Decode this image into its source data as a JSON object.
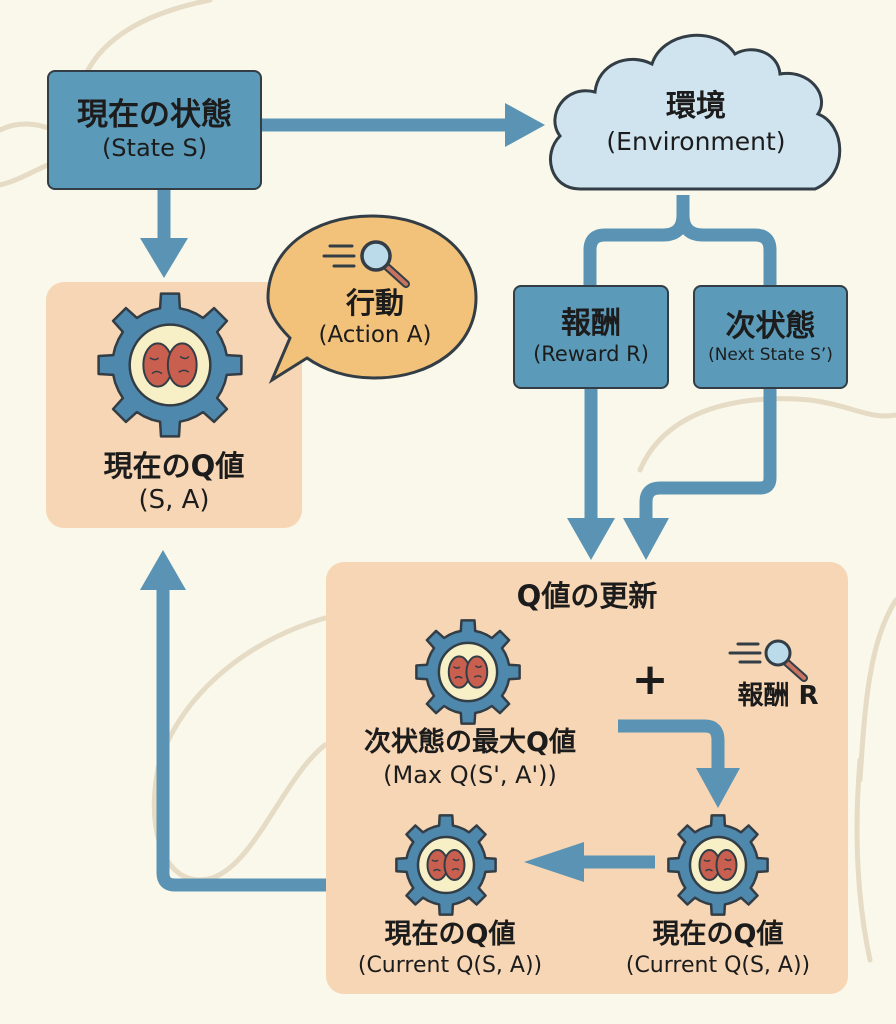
{
  "colors": {
    "background": "#f9f8ea",
    "state_box": "#5b9ab9",
    "box_border": "#333d45",
    "arrow": "#5a93b3",
    "panel": "#f6d6b5",
    "cloud_fill": "#cfe4ef",
    "speech_bubble": "#f2c27a",
    "gear": "#4f88ad",
    "brain": "#c9604f",
    "gear_inner": "#f7efc6",
    "background_curve": "#e5d9c2"
  },
  "nodes": {
    "current_state": {
      "title": "現在の状態",
      "subtitle": "(State S)"
    },
    "environment": {
      "title": "環境",
      "subtitle": "(Environment)"
    },
    "action": {
      "title": "行動",
      "subtitle": "(Action A)",
      "icon": "magnifier-icon"
    },
    "current_q": {
      "title": "現在のQ値",
      "subtitle": "(S, A)",
      "icon": "gear-brain-icon"
    },
    "reward": {
      "title": "報酬",
      "subtitle": "(Reward R)"
    },
    "next_state": {
      "title": "次状態",
      "subtitle": "(Next State S’)"
    }
  },
  "update_panel": {
    "title": "Q値の更新",
    "plus": "+",
    "max_q": {
      "title": "次状態の最大Q値",
      "subtitle": "(Max Q(S', A'))"
    },
    "reward": {
      "label": "報酬 R"
    },
    "current_q_right": {
      "title": "現在のQ値",
      "subtitle": "(Current Q(S, A))"
    },
    "current_q_left": {
      "title": "現在のQ値",
      "subtitle": "(Current Q(S, A))"
    }
  }
}
